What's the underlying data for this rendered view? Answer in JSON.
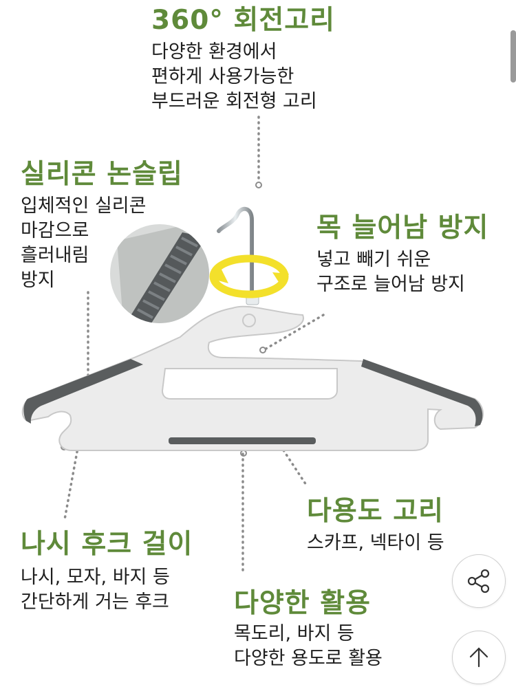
{
  "features": {
    "swivel_hook": {
      "title": "360° 회전고리",
      "lines": [
        "다양한 환경에서",
        "편하게 사용가능한",
        "부드러운 회전형 고리"
      ]
    },
    "silicone_grip": {
      "title": "실리콘 논슬립",
      "lines": [
        "입체적인 실리콘",
        "마감으로",
        "흘러내림",
        "방지"
      ]
    },
    "neck_stretch": {
      "title": "목 늘어남 방지",
      "lines": [
        "넣고 빼기 쉬운",
        "구조로 늘어남 방지"
      ]
    },
    "multi_hook": {
      "title": "다용도 고리",
      "lines": [
        "스카프, 넥타이 등"
      ]
    },
    "strap_hook": {
      "title": "나시 후크 걸이",
      "lines": [
        "나시, 모자, 바지 등",
        "간단하게 거는 후크"
      ]
    },
    "various_use": {
      "title": "다양한 활용",
      "lines": [
        "목도리, 바지 등",
        "다양한 용도로 활용"
      ]
    }
  },
  "icons": {
    "share": "share-icon",
    "top": "arrow-up-icon"
  },
  "colors": {
    "title_green": "#5f8a3a",
    "rotate_arrow": "#f3e02b",
    "silicone_gray": "#5a5d5e"
  }
}
